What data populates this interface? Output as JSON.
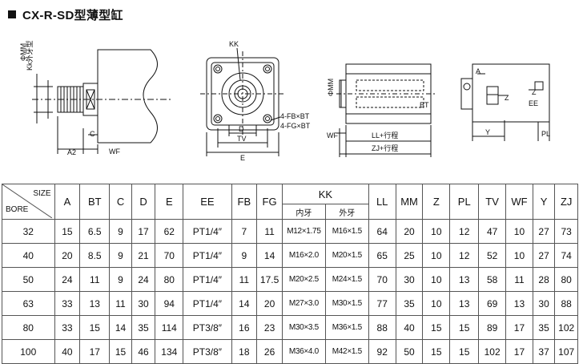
{
  "title": "CX-R-SD型薄型缸",
  "drawing_labels": {
    "side_phi_mm": "ΦMM",
    "side_kk": "Kk外牙型",
    "side_c": "C",
    "side_a2": "A2",
    "side_wf": "WF",
    "front_kk": "KK",
    "front_fb": "4-FB×BT",
    "front_fg": "4-FG×BT",
    "front_d": "D",
    "front_tv": "TV",
    "front_e": "E",
    "body_phi_mm": "ΦMM",
    "body_bt": "BT",
    "body_wf": "WF",
    "body_ll": "LL+行程",
    "body_zj": "ZJ+行程",
    "end_a": "A",
    "end_z": "Z",
    "end_ee": "EE",
    "end_z2": "Z",
    "end_y": "Y",
    "end_pl": "PL"
  },
  "table": {
    "corner_size": "SIZE",
    "corner_bore": "BORE",
    "headers": [
      "A",
      "BT",
      "C",
      "D",
      "E",
      "EE",
      "FB",
      "FG",
      "KK",
      "LL",
      "MM",
      "Z",
      "PL",
      "TV",
      "WF",
      "Y",
      "ZJ"
    ],
    "kk_sub": [
      "内牙",
      "外牙"
    ],
    "rows": [
      {
        "bore": "32",
        "A": "15",
        "BT": "6.5",
        "C": "9",
        "D": "17",
        "E": "62",
        "EE": "PT1/4″",
        "FB": "7",
        "FG": "11",
        "KK_in": "M12×1.75",
        "KK_out": "M16×1.5",
        "LL": "64",
        "MM": "20",
        "Z": "10",
        "PL": "12",
        "TV": "47",
        "WF": "10",
        "Y": "27",
        "ZJ": "73"
      },
      {
        "bore": "40",
        "A": "20",
        "BT": "8.5",
        "C": "9",
        "D": "21",
        "E": "70",
        "EE": "PT1/4″",
        "FB": "9",
        "FG": "14",
        "KK_in": "M16×2.0",
        "KK_out": "M20×1.5",
        "LL": "65",
        "MM": "25",
        "Z": "10",
        "PL": "12",
        "TV": "52",
        "WF": "10",
        "Y": "27",
        "ZJ": "74"
      },
      {
        "bore": "50",
        "A": "24",
        "BT": "11",
        "C": "9",
        "D": "24",
        "E": "80",
        "EE": "PT1/4″",
        "FB": "11",
        "FG": "17.5",
        "KK_in": "M20×2.5",
        "KK_out": "M24×1.5",
        "LL": "70",
        "MM": "30",
        "Z": "10",
        "PL": "13",
        "TV": "58",
        "WF": "11",
        "Y": "28",
        "ZJ": "80"
      },
      {
        "bore": "63",
        "A": "33",
        "BT": "13",
        "C": "11",
        "D": "30",
        "E": "94",
        "EE": "PT1/4″",
        "FB": "14",
        "FG": "20",
        "KK_in": "M27×3.0",
        "KK_out": "M30×1.5",
        "LL": "77",
        "MM": "35",
        "Z": "10",
        "PL": "13",
        "TV": "69",
        "WF": "13",
        "Y": "30",
        "ZJ": "88"
      },
      {
        "bore": "80",
        "A": "33",
        "BT": "15",
        "C": "14",
        "D": "35",
        "E": "114",
        "EE": "PT3/8″",
        "FB": "16",
        "FG": "23",
        "KK_in": "M30×3.5",
        "KK_out": "M36×1.5",
        "LL": "88",
        "MM": "40",
        "Z": "15",
        "PL": "15",
        "TV": "89",
        "WF": "17",
        "Y": "35",
        "ZJ": "102"
      },
      {
        "bore": "100",
        "A": "40",
        "BT": "17",
        "C": "15",
        "D": "46",
        "E": "134",
        "EE": "PT3/8″",
        "FB": "18",
        "FG": "26",
        "KK_in": "M36×4.0",
        "KK_out": "M42×1.5",
        "LL": "92",
        "MM": "50",
        "Z": "15",
        "PL": "15",
        "TV": "102",
        "WF": "17",
        "Y": "37",
        "ZJ": "107"
      }
    ]
  }
}
